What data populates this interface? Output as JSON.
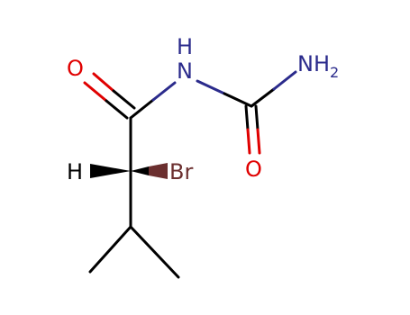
{
  "molecule": {
    "labels": {
      "carbonyl_oxygen_left": "O",
      "amide_nitrogen": "N",
      "amide_hydrogen": "H",
      "terminal_amine": "NH",
      "terminal_amine_subscript": "2",
      "urea_oxygen": "O",
      "stereo_hydrogen": "H",
      "bromine": "Br"
    },
    "colors": {
      "bond": "#000000",
      "oxygen": "#e00000",
      "nitrogen": "#2b2b8c",
      "bromine": "#6b2f2f",
      "hydrogen": "#000000"
    }
  }
}
